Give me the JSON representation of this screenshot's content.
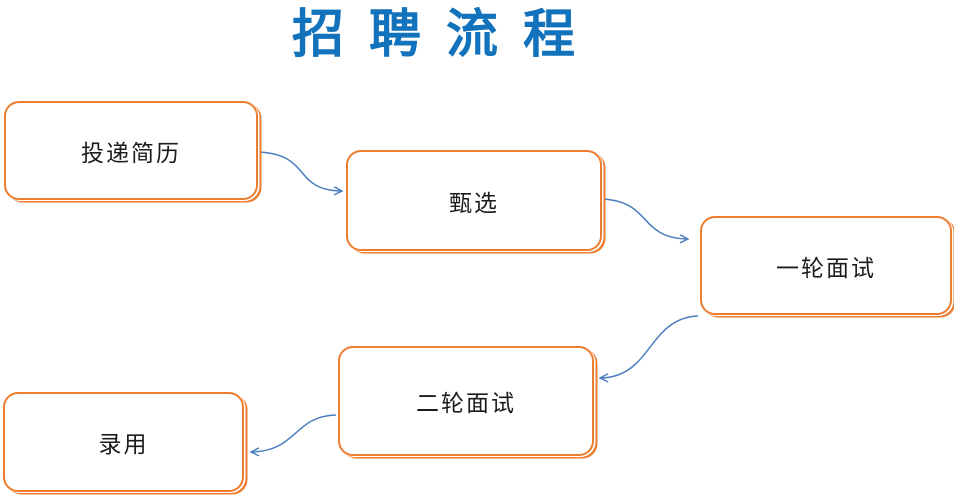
{
  "title": {
    "text": "招聘流程"
  },
  "colors": {
    "title_color": "#1272bb",
    "node_border": "#ED7D31",
    "connector_color": "#4a7ebd",
    "node_text": "#1c1c1c",
    "canvas_bg": "#ffffff"
  },
  "nodes": [
    {
      "id": "submit-resume",
      "label": "投递简历"
    },
    {
      "id": "screening",
      "label": "甄选"
    },
    {
      "id": "first-interview",
      "label": "一轮面试"
    },
    {
      "id": "second-interview",
      "label": "二轮面试"
    },
    {
      "id": "hired",
      "label": "录用"
    }
  ],
  "connectors": [
    {
      "from": "投递简历",
      "to": "甄选"
    },
    {
      "from": "甄选",
      "to": "一轮面试"
    },
    {
      "from": "一轮面试",
      "to": "二轮面试"
    },
    {
      "from": "二轮面试",
      "to": "录用"
    }
  ]
}
